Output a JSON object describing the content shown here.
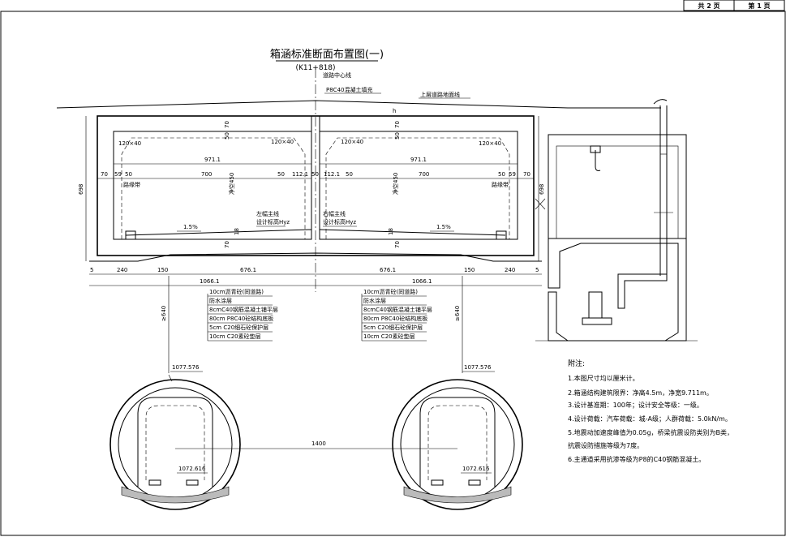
{
  "header": {
    "total_pages": "共 2 页",
    "page_no": "第 1 页"
  },
  "title": "箱涵标准断面布置图(一)",
  "station": "(K11+818)",
  "labels": {
    "road_center": "道路中心线",
    "fill": "P8C40混凝土填充",
    "upper_road": "上层道路地面线",
    "h": "h",
    "lane_l": "路缘带",
    "lane_r": "路缘带",
    "clear_l": "净空450",
    "clear_r": "净空450",
    "design_line_l1": "左幅主线",
    "design_line_l2": "设计标高Hyz",
    "design_line_r1": "右幅主线",
    "design_line_r2": "设计标高Hyz",
    "slope_l": "1.5%",
    "slope_r": "1.5%",
    "gt640_l": "≥640",
    "gt640_r": "≥640"
  },
  "dims": {
    "w120x40": "120×40",
    "w971": "971.1",
    "w700": "700",
    "w70": "70",
    "w59": "59",
    "w50": "50",
    "w112": "112.1",
    "h698": "698",
    "h70": "70",
    "h50": "50",
    "h18": "18",
    "b5": "5",
    "b240": "240",
    "b150": "150",
    "b676": "676.1",
    "b1066": "1066.1",
    "t1400": "1400",
    "elev_top": "1077.576",
    "elev_bot": "1072.616"
  },
  "layers": [
    "10cm沥青砼(同道路)",
    "防水涂层",
    "8cmC40钢筋混凝土铺平层",
    "80cm P8C40砼结构底板",
    "5cm C20细石砼保护层",
    "10cm C20素砼垫层"
  ],
  "notes": {
    "heading": "附注:",
    "items": [
      "1.本图尺寸均以厘米计。",
      "2.箱涵结构建筑限界：净高4.5m，净宽9.711m。",
      "3.设计基准期：100年；设计安全等级：一级。",
      "4.设计荷载：汽车荷载：城-A级；人群荷载：5.0kN/m。",
      "5.地震动加速度峰值为0.05g，桥梁抗震设防类别为B类，",
      "   抗震设防措施等级为7度。",
      "6.主通道采用抗渗等级为P8的C40钢筋混凝土。"
    ]
  }
}
